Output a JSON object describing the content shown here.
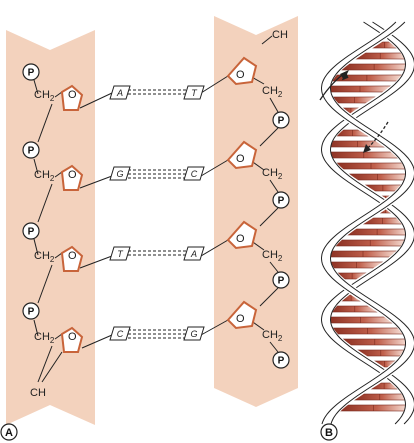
{
  "panels": {
    "a": "A",
    "b": "B"
  },
  "phosphate": "P",
  "sugar_oxygen": "O",
  "ch2": "CH",
  "ch2_sub": "2",
  "ch": "CH",
  "left_bases": [
    "A",
    "G",
    "T",
    "C"
  ],
  "right_bases": [
    "T",
    "C",
    "A",
    "G"
  ],
  "colors": {
    "backbone_band": "#f3d2bd",
    "sugar_ring": "#c8643a",
    "base_pair": "#b34a37",
    "outline": "#222222"
  }
}
